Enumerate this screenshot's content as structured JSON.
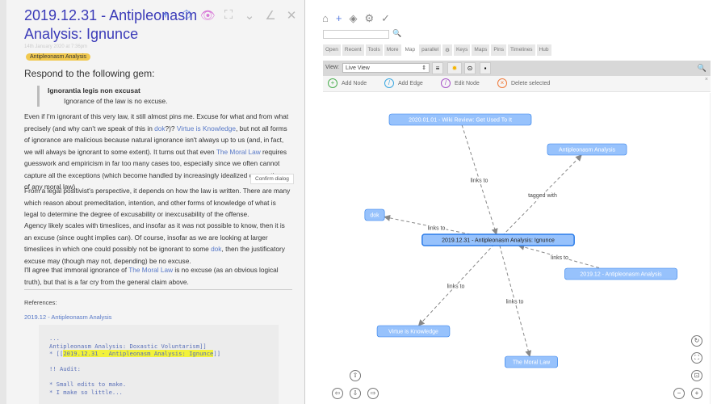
{
  "note": {
    "title": "2019.12.31 - Antipleonasm Analysis: Ignunce",
    "toolbar_icons": [
      "plus-icon",
      "timer-icon",
      "eye-icon",
      "fullscreen-icon",
      "chevron-down-icon",
      "edit-icon",
      "close-icon",
      "export-icon"
    ],
    "date": "14th January 2020 at 7:36pm",
    "tag": "Antipleonasm Analysis",
    "intro": "Respond to the following gem:",
    "quote": {
      "title": "Ignorantia legis non excusat",
      "text": "Ignorance of the law is no excuse."
    },
    "paragraphs": [
      [
        {
          "t": "Even if I'm ignorant of this very law, it still almost pins me. Excuse for what and from what precisely (and why can't we speak of this in "
        },
        {
          "l": "dok"
        },
        {
          "t": "?)? "
        },
        {
          "l": "Virtue is Knowledge"
        },
        {
          "t": ", but not all forms of ignorance are malicious because natural ignorance isn't always up to us (and, in fact, we will always be ignorant to some extent). It turns out that even "
        },
        {
          "l": "The Moral Law"
        },
        {
          "t": " requires guesswork and empiricism in far too many cases too, especially since we often cannot capture all the exceptions (which become handled by increasingly idealized conceptions of any moral law)."
        }
      ],
      [
        {
          "t": "From a legal positivist's perspective, it depends on how the law is written. There are many which reason about premeditation, intention, and other forms of knowledge of what is legal to determine the degree of excusability or inexcusability of the offense."
        }
      ],
      [
        {
          "t": "Agency likely scales with timeslices, and insofar as it was not possible to know, then it is an excuse (since ought implies can). Of course, insofar as we are looking at larger timeslices in which one could possibly not be ignorant to some "
        },
        {
          "l": "dok"
        },
        {
          "t": ", then the justificatory excuse may (though may not, depending) be no excuse."
        }
      ],
      [
        {
          "t": "I'll agree that immoral ignorance of "
        },
        {
          "l": "The Moral Law"
        },
        {
          "t": " is no excuse (as an obvious logical truth), but that is a far cry from the general claim above."
        }
      ]
    ],
    "confirm_tooltip": "Confirm dialog",
    "references_label": "References:",
    "reference_link": "2019.12 - Antipleonasm Analysis",
    "code": {
      "l1": "...",
      "l2": "Antipleonasm Analysis: Doxastic Voluntarism]]",
      "l3_pre": "* [[",
      "l3_mark": "2019.12.31 - Antipleonasm Analysis: Ignunce",
      "l3_post": "]]",
      "l4": "!! Audit:",
      "l5": "* Small edits to make.",
      "l6": "* I make so little..."
    }
  },
  "sidebar": {
    "top_icons": [
      "home-icon",
      "plus-icon",
      "tag-icon",
      "gear-icon",
      "check-circle-icon"
    ],
    "search_placeholder": "",
    "tabs": [
      "Open",
      "Recent",
      "Tools",
      "More",
      "Map",
      "parallel",
      "⚙",
      "Keys",
      "Maps",
      "Pins",
      "Timelines",
      "Hub"
    ],
    "active_tab": "Map"
  },
  "map": {
    "view_label": "View:",
    "view_value": "Live View",
    "actions": [
      {
        "label": "Add Node",
        "color": "#4caf50",
        "icon": "+"
      },
      {
        "label": "Add Edge",
        "color": "#3aa7e0",
        "icon": "/"
      },
      {
        "label": "Edit Node",
        "color": "#a855c9",
        "icon": "/"
      },
      {
        "label": "Delete selected",
        "color": "#f07a3a",
        "icon": "×"
      }
    ],
    "nodes": [
      {
        "id": "wiki",
        "label": "2020.01.01 - Wiki Review: Get Used To It"
      },
      {
        "id": "aa",
        "label": "Antipleonasm Analysis"
      },
      {
        "id": "dok",
        "label": "dok"
      },
      {
        "id": "center",
        "label": "2019.12.31 - Antipleonasm Analysis: Ignunce",
        "selected": true
      },
      {
        "id": "ref",
        "label": "2019.12 - Antipleonasm Analysis"
      },
      {
        "id": "vk",
        "label": "Virtue is Knowledge"
      },
      {
        "id": "ml",
        "label": "The Moral Law"
      }
    ],
    "edges": [
      {
        "from": "wiki",
        "to": "center",
        "label": "links to"
      },
      {
        "from": "center",
        "to": "aa",
        "label": "tagged with"
      },
      {
        "from": "center",
        "to": "dok",
        "label": "links to"
      },
      {
        "from": "ref",
        "to": "center",
        "label": "links to"
      },
      {
        "from": "center",
        "to": "vk",
        "label": "links to"
      },
      {
        "from": "center",
        "to": "ml",
        "label": "links to"
      }
    ],
    "node_color": "#97c2fc",
    "node_border": "#2b7ce9"
  }
}
